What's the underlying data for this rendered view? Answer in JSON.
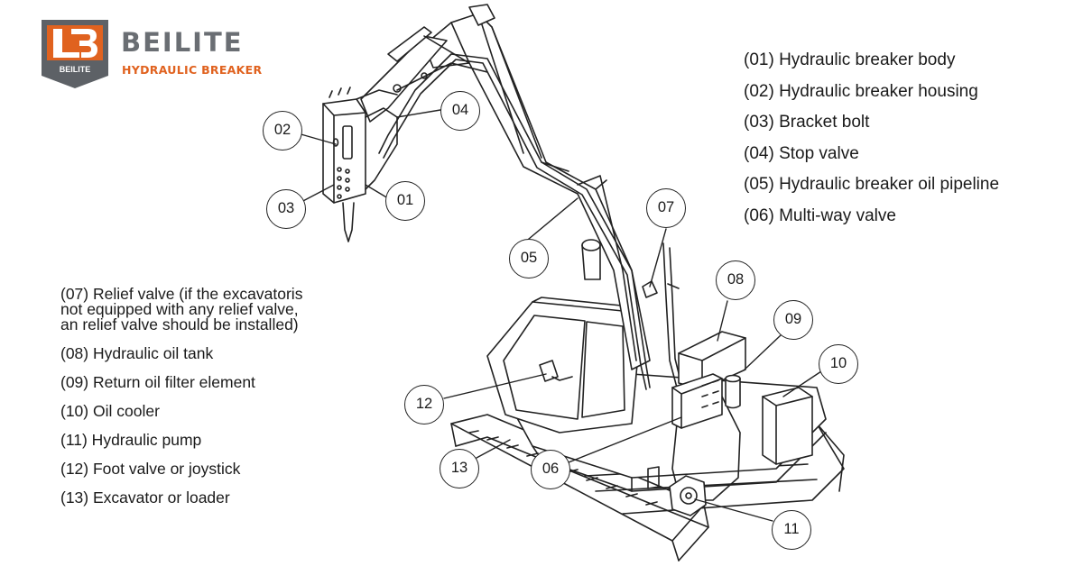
{
  "brand": {
    "name": "BEILITE",
    "tagline": "HYDRAULIC BREAKER",
    "badge_text": "BEILITE",
    "colors": {
      "orange": "#e0621f",
      "gray": "#6a6e73"
    }
  },
  "legend_right": [
    "(01) Hydraulic breaker body",
    "(02) Hydraulic breaker housing",
    "(03) Bracket bolt",
    "(04) Stop valve",
    "(05) Hydraulic breaker oil pipeline",
    "(06) Multi-way valve"
  ],
  "legend_left": [
    {
      "lines": [
        "(07) Relief valve (if the  excavatoris",
        "not equipped with any relief valve,",
        "an relief valve should be installed)"
      ]
    },
    {
      "lines": [
        "(08) Hydraulic oil tank"
      ]
    },
    {
      "lines": [
        "(09) Return oil filter element"
      ]
    },
    {
      "lines": [
        "(10) Oil cooler"
      ]
    },
    {
      "lines": [
        "(11) Hydraulic pump"
      ]
    },
    {
      "lines": [
        "(12) Foot valve or joystick"
      ]
    },
    {
      "lines": [
        "(13) Excavator or loader"
      ]
    }
  ],
  "callouts": [
    "01",
    "02",
    "03",
    "04",
    "05",
    "06",
    "07",
    "08",
    "09",
    "10",
    "11",
    "12",
    "13"
  ]
}
